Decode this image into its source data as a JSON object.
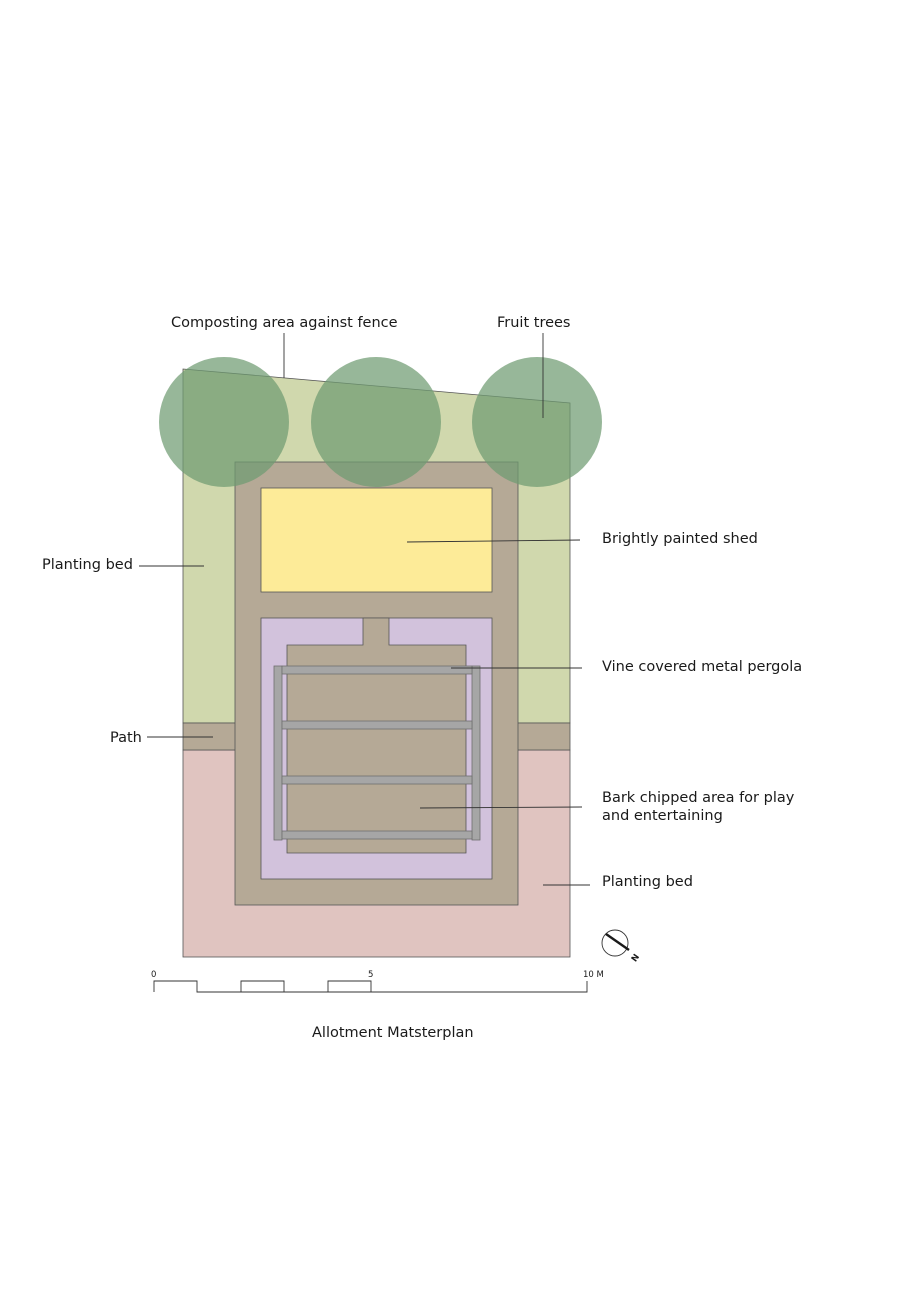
{
  "title": "Allotment Matsterplan",
  "labels": {
    "composting": "Composting area against fence",
    "fruit_trees": "Fruit trees",
    "planting_bed_left": "Planting bed",
    "shed": "Brightly painted shed",
    "pergola": "Vine covered metal pergola",
    "path": "Path",
    "bark_line1": "Bark chipped area for play",
    "bark_line2": "and entertaining",
    "planting_bed_right": "Planting bed"
  },
  "scale_bar": {
    "tick_start": "0",
    "tick_mid": "5",
    "tick_end": "10 M"
  },
  "north_arrow": {
    "letter": "N"
  },
  "colors": {
    "composting_bed": "#d0d8ad",
    "lower_bed": "#e0c4c0",
    "path": "#b5a996",
    "shed": "#fdeb98",
    "play_area": "#d2c2dc",
    "pergola_bars": "#a6a6a6",
    "trees": "#7aa37c"
  }
}
